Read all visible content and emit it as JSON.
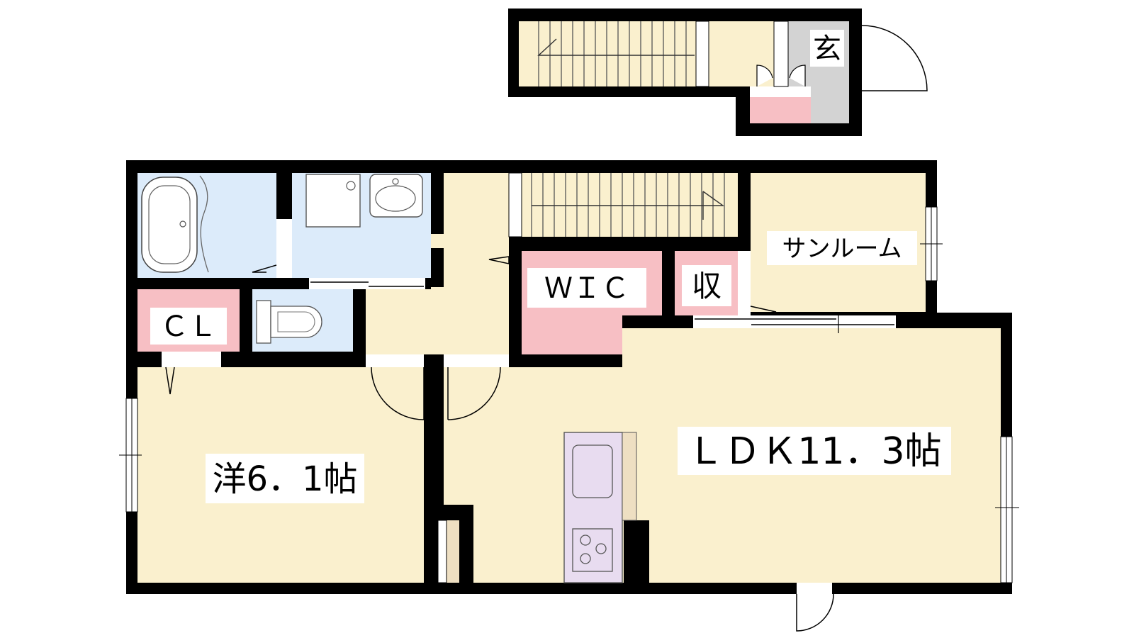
{
  "colors": {
    "wall": "#000000",
    "room_cream": "#FAF0CE",
    "wet_blue": "#DCEBFA",
    "storage_pink": "#F7BFC4",
    "entrance_gray": "#D3D3D3",
    "kitchen_lavender": "#E8DCF0",
    "tan_panel": "#EEDFC2",
    "label_bg": "#FFFFFF"
  },
  "rooms": {
    "entrance": {
      "label": "玄"
    },
    "sunroom": {
      "label": "サンルーム"
    },
    "wic": {
      "label": "ＷＩＣ"
    },
    "storage": {
      "label": "収"
    },
    "closet": {
      "label": "ＣＬ"
    },
    "western": {
      "label": "洋6．1帖"
    },
    "ldk": {
      "label": "ＬＤＫ11．3帖"
    }
  },
  "icons": [
    "bathtub-icon",
    "washbasin-icon",
    "washing-machine-icon",
    "toilet-icon",
    "kitchen-sink-icon",
    "stove-icon",
    "stairs-icon",
    "door-swing-icon",
    "window-icon"
  ]
}
